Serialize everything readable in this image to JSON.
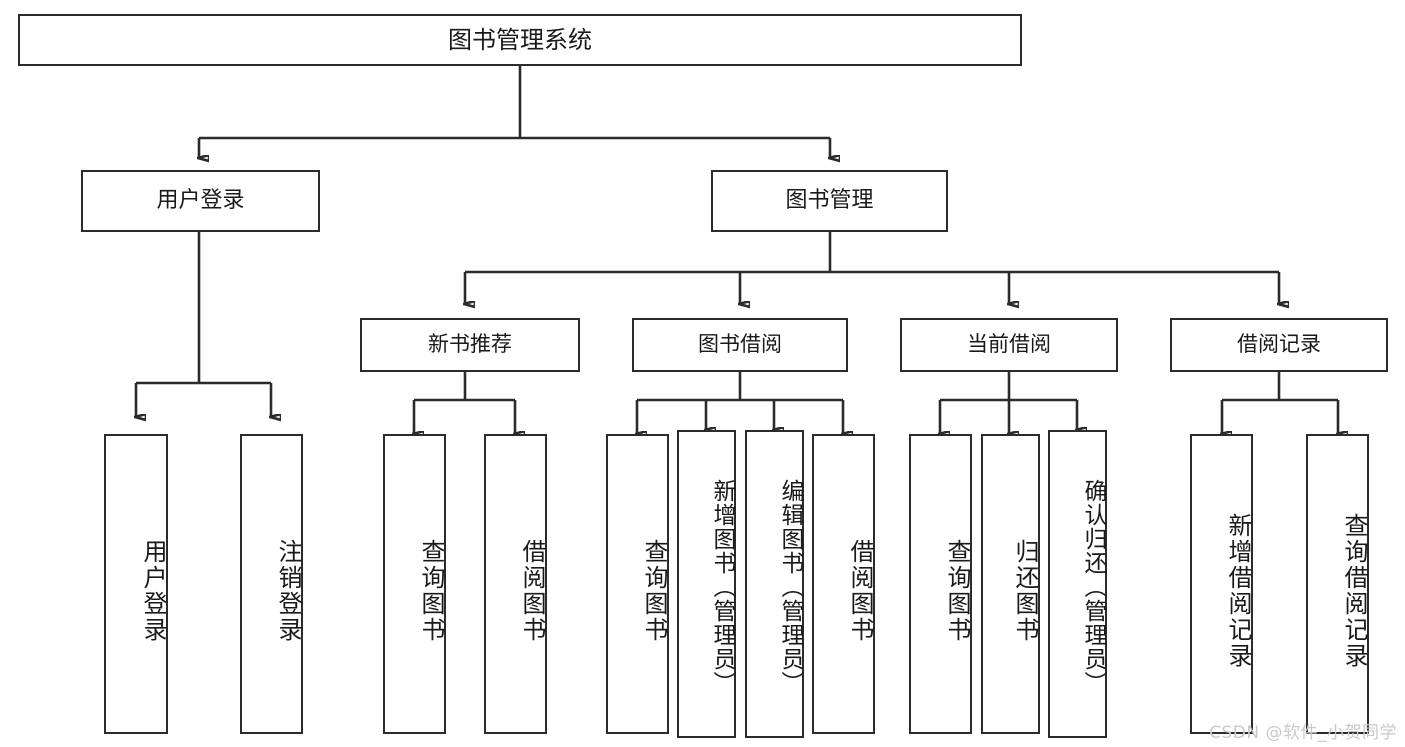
{
  "diagram": {
    "type": "tree",
    "title": "图书管理系统",
    "root": {
      "label": "图书管理系统"
    },
    "level1": [
      {
        "label": "用户登录"
      },
      {
        "label": "图书管理"
      }
    ],
    "level2": [
      {
        "label": "新书推荐"
      },
      {
        "label": "图书借阅"
      },
      {
        "label": "当前借阅"
      },
      {
        "label": "借阅记录"
      }
    ],
    "leaves": [
      {
        "label": "用户登录"
      },
      {
        "label": "注销登录"
      },
      {
        "label": "查询图书"
      },
      {
        "label": "借阅图书"
      },
      {
        "label": "查询图书"
      },
      {
        "label": "新增图书（管理员）"
      },
      {
        "label": "编辑图书（管理员）"
      },
      {
        "label": "借阅图书"
      },
      {
        "label": "查询图书"
      },
      {
        "label": "归还图书"
      },
      {
        "label": "确认归还（管理员）"
      },
      {
        "label": "新增借阅记录"
      },
      {
        "label": "查询借阅记录"
      }
    ]
  },
  "watermark": {
    "text": "CSDN @软件_小贺同学"
  },
  "colors": {
    "box_border": "#2b2b2b",
    "box_fill": "#ffffff",
    "text": "#1a1a1a",
    "connector": "#2b2b2b",
    "watermark": "#c9c9c9",
    "background": "#ffffff"
  }
}
